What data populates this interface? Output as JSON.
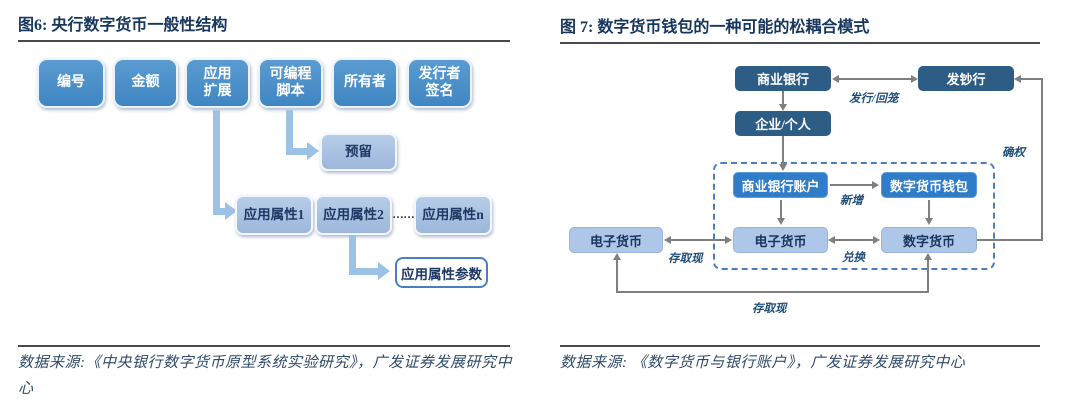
{
  "palette": {
    "title_color": "#17365d",
    "fig6_field_blue": "#4a90c8",
    "fig6_light_blue": "#a9c0de",
    "fig6_connector_blue": "#9cc2e5",
    "fig7_dark_blue": "#2d5c84",
    "fig7_bright_blue": "#2f7cc9",
    "fig7_light_blue": "#aec6e8",
    "fig7_arrow_gray": "#7f7f7f",
    "fig7_dashed_border": "#4a7ebf",
    "label_navy": "#1f4e79"
  },
  "figure6": {
    "title": "图6:  央行数字货币一般性结构",
    "fields": {
      "f1": "编号",
      "f2": "金额",
      "f3": "应用\n扩展",
      "f4": "可编程\n脚本",
      "f5": "所有者",
      "f6": "发行者\n签名"
    },
    "reserved": "预留",
    "attributes": {
      "a1": "应用属性1",
      "a2": "应用属性2",
      "dots": "……",
      "an": "应用属性n"
    },
    "parameter": "应用属性参数",
    "source": "数据来源:《中央银行数字货币原型系统实验研究》，广发证券发展研究中心"
  },
  "figure7": {
    "title": "图 7:  数字货币钱包的一种可能的松耦合模式",
    "nodes": {
      "commercial_bank": "商业银行",
      "issuing_bank": "发钞行",
      "enterprise_individual": "企业/个人",
      "commercial_bank_account": "商业银行账户",
      "digital_currency_wallet": "数字货币钱包",
      "e_money_inner": "电子货币",
      "digital_currency_inner": "数字货币",
      "e_money_outer": "电子货币"
    },
    "labels": {
      "issue_recall": "发行/回笼",
      "confirm_rights": "确权",
      "add_new": "新增",
      "deposit_withdraw_upper": "存取现",
      "exchange": "兑换",
      "deposit_withdraw_lower": "存取现"
    },
    "source": "数据来源: 《数字货币与银行账户》，广发证券发展研究中心"
  }
}
